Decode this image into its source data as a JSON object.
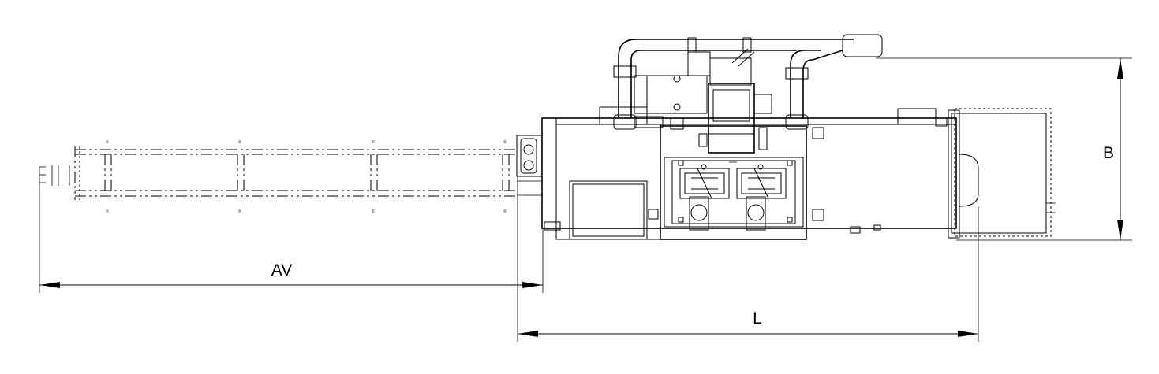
{
  "dimensions": {
    "av_label": "AV",
    "l_label": "L",
    "b_label": "B"
  }
}
